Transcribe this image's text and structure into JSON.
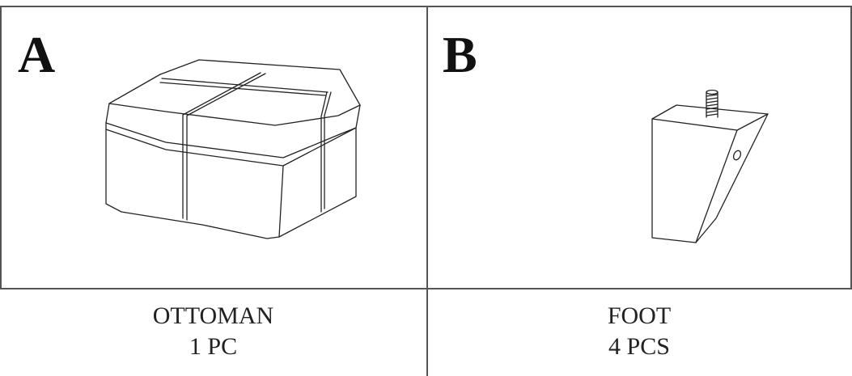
{
  "parts": [
    {
      "letter": "A",
      "name": "OTTOMAN",
      "quantity": "1 PC",
      "icon": "ottoman-icon"
    },
    {
      "letter": "B",
      "name": "FOOT",
      "quantity": "4 PCS",
      "icon": "foot-icon"
    }
  ]
}
